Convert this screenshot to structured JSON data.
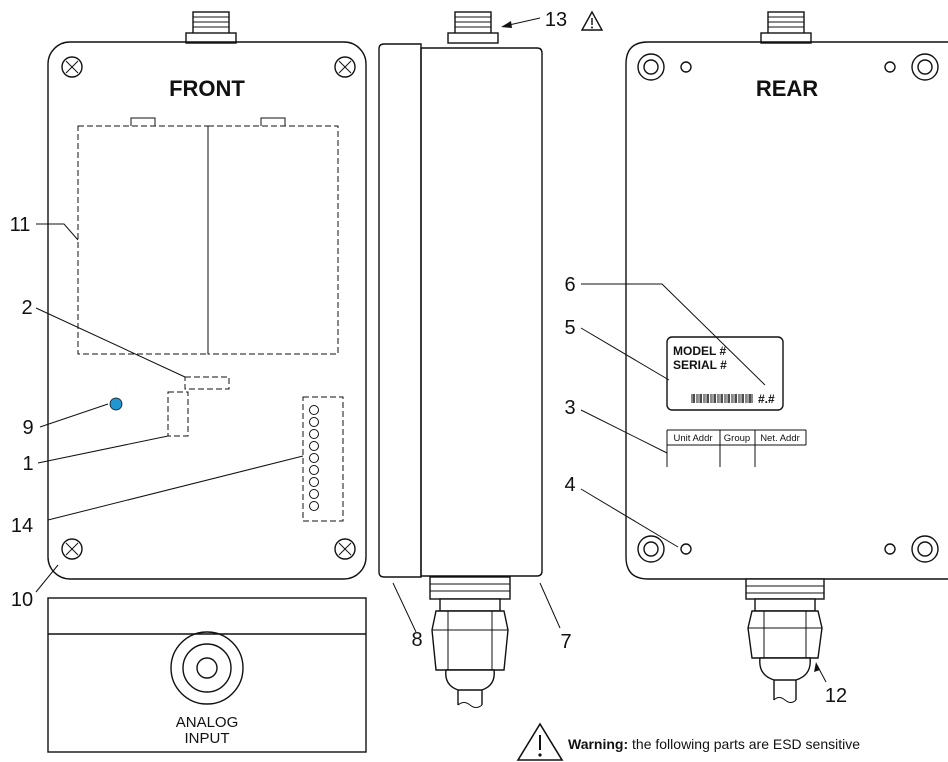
{
  "views": {
    "front_title": "FRONT",
    "rear_title": "REAR"
  },
  "callouts": [
    "1",
    "2",
    "3",
    "4",
    "5",
    "6",
    "7",
    "8",
    "9",
    "10",
    "11",
    "12",
    "13",
    "14"
  ],
  "label_tag": {
    "model": "MODEL #",
    "serial": "SERIAL #",
    "version": "#.#"
  },
  "address_table": {
    "headers": [
      "Unit Addr",
      "Group",
      "Net. Addr"
    ]
  },
  "connector_end": {
    "line1": "ANALOG",
    "line2": "INPUT"
  },
  "warning": {
    "bold": "Warning:",
    "text": " the following parts are ESD sensitive"
  },
  "colors": {
    "led": "#2196d3",
    "outline": "#111111"
  },
  "icons": {
    "warning": "warning-triangle-icon",
    "screw": "screw-icon"
  }
}
